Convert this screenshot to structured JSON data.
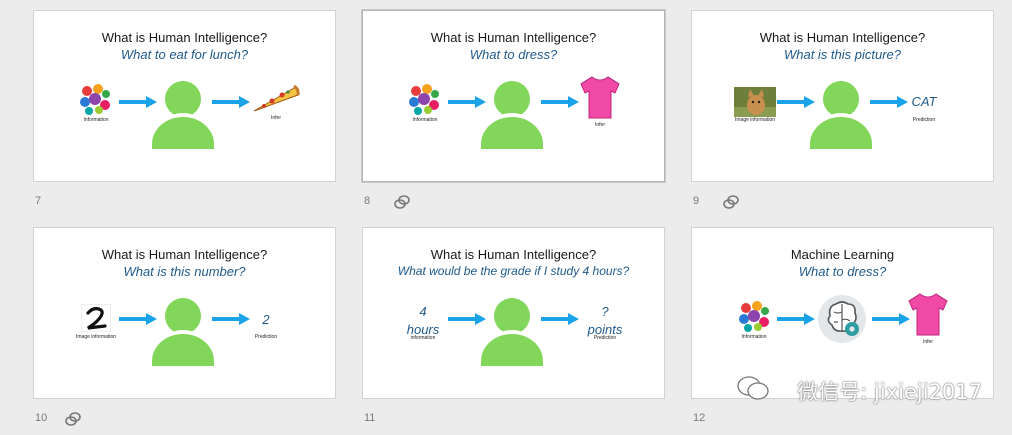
{
  "slides": [
    {
      "number": "7",
      "title": "What is Human Intelligence?",
      "subtitle": "What to eat for lunch?",
      "input_caption": "Information",
      "output_caption": "Infer",
      "input_icon": "colorful-gears-icon",
      "output_icon": "pizza-slice-icon",
      "has_notes": false,
      "selected": false
    },
    {
      "number": "8",
      "title": "What is Human Intelligence?",
      "subtitle": "What to dress?",
      "input_caption": "Information",
      "output_caption": "Infer",
      "input_icon": "colorful-gears-icon",
      "output_icon": "pink-tshirt-icon",
      "has_notes": true,
      "selected": true
    },
    {
      "number": "9",
      "title": "What is Human Intelligence?",
      "subtitle": "What is this picture?",
      "input_caption": "Image information",
      "output_text": "CAT",
      "output_caption": "Prediction",
      "input_icon": "cat-photo-icon",
      "has_notes": true,
      "selected": false
    },
    {
      "number": "10",
      "title": "What is Human Intelligence?",
      "subtitle": "What is this number?",
      "input_caption": "Image information",
      "output_text": "2",
      "output_caption": "Prediction",
      "input_icon": "handwritten-digit-icon",
      "has_notes": true,
      "selected": false
    },
    {
      "number": "11",
      "title": "What is Human Intelligence?",
      "subtitle": "What would be the grade if I study 4 hours?",
      "input_top": "4",
      "input_text": "hours",
      "input_caption": "information",
      "output_top": "?",
      "output_text": "points",
      "output_caption": "Prediction",
      "has_notes": false,
      "selected": false
    },
    {
      "number": "12",
      "title": "Machine Learning",
      "subtitle": "What to dress?",
      "input_caption": "Information",
      "output_caption": "Infer",
      "input_icon": "colorful-gears-icon",
      "center_icon": "brain-gear-icon",
      "output_icon": "pink-tshirt-icon",
      "has_notes": false,
      "selected": false
    }
  ],
  "watermark": "微信号: jixieji2017",
  "colors": {
    "person": "#82d65a",
    "arrow": "#1aa3e8",
    "subtitle": "#1f5a8c",
    "tshirt": "#f04aa6"
  }
}
